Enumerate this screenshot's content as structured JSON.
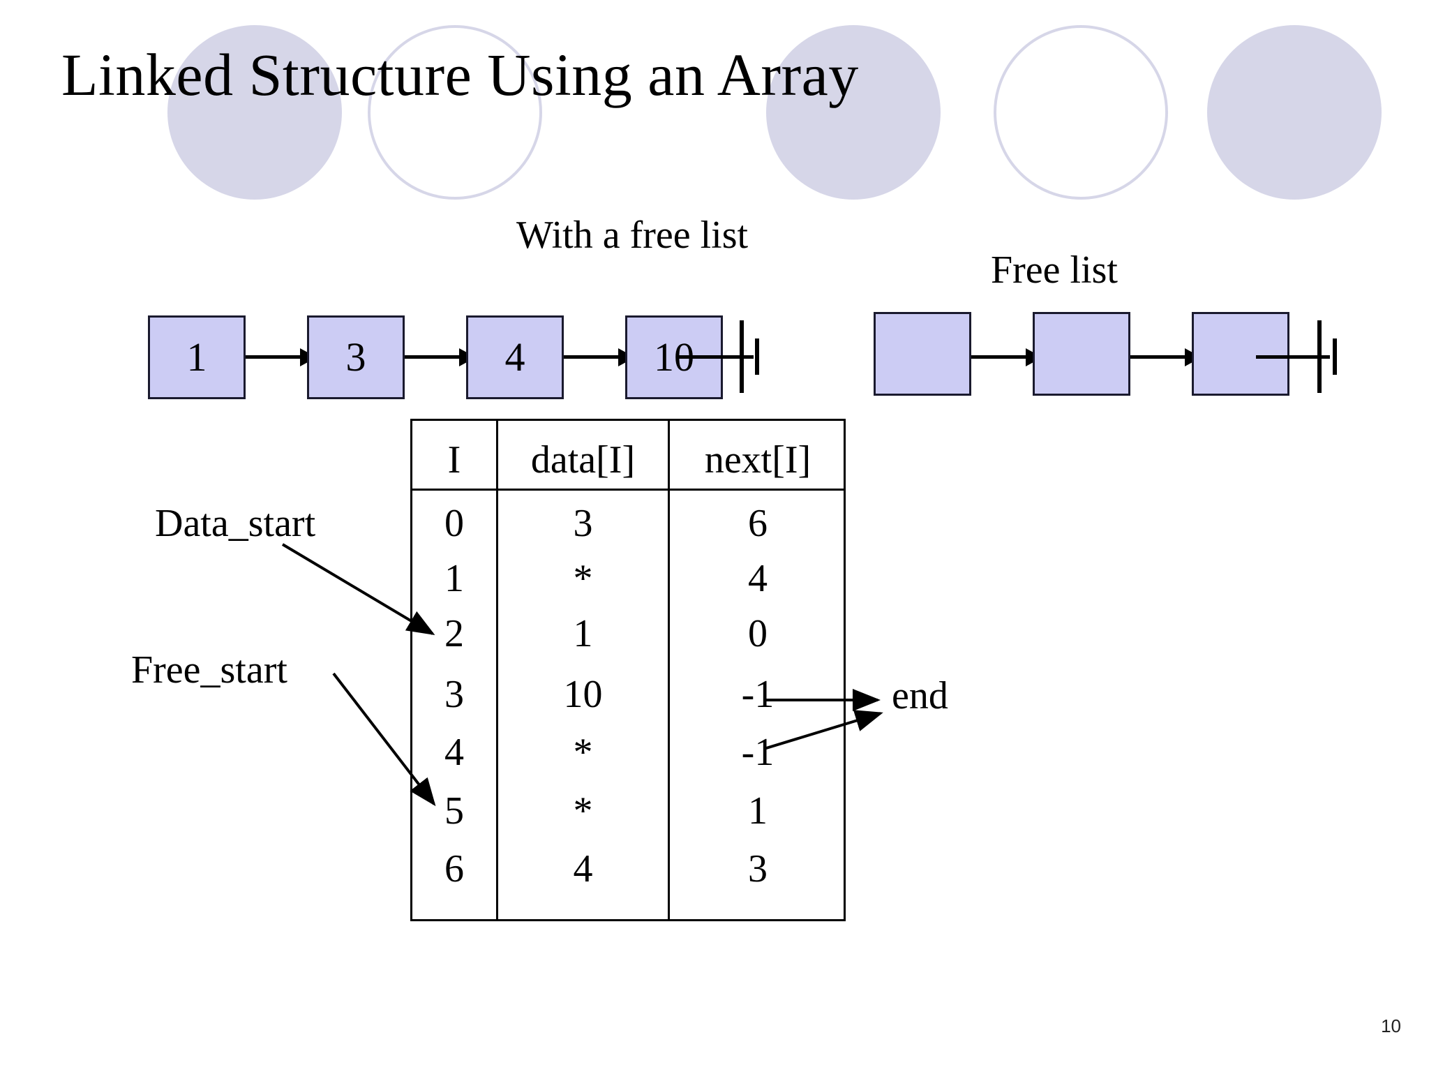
{
  "slide": {
    "title": "Linked Structure Using an Array",
    "page_number": "10",
    "background_color": "#ffffff",
    "accent_color": "#ccccf4",
    "deco_circle_color": "#d6d6e8"
  },
  "captions": {
    "with_free_list": "With a free list",
    "free_list": "Free list"
  },
  "data_list": {
    "nodes": [
      {
        "value": "1"
      },
      {
        "value": "3"
      },
      {
        "value": "4"
      },
      {
        "value": "10"
      }
    ],
    "terminator": "ground-symbol"
  },
  "free_list": {
    "nodes": [
      {
        "value": ""
      },
      {
        "value": ""
      },
      {
        "value": ""
      }
    ],
    "terminator": "ground-symbol"
  },
  "array_table": {
    "headers": [
      "I",
      "data[I]",
      "next[I]"
    ],
    "rows": [
      {
        "I": "0",
        "data": "3",
        "next": "6"
      },
      {
        "I": "1",
        "data": "*",
        "next": "4"
      },
      {
        "I": "2",
        "data": "1",
        "next": "0"
      },
      {
        "I": "3",
        "data": "10",
        "next": "-1"
      },
      {
        "I": "4",
        "data": "*",
        "next": "-1"
      },
      {
        "I": "5",
        "data": "*",
        "next": "1"
      },
      {
        "I": "6",
        "data": "4",
        "next": "3"
      }
    ]
  },
  "annotations": {
    "data_start": "Data_start",
    "free_start": "Free_start",
    "end": "end"
  }
}
